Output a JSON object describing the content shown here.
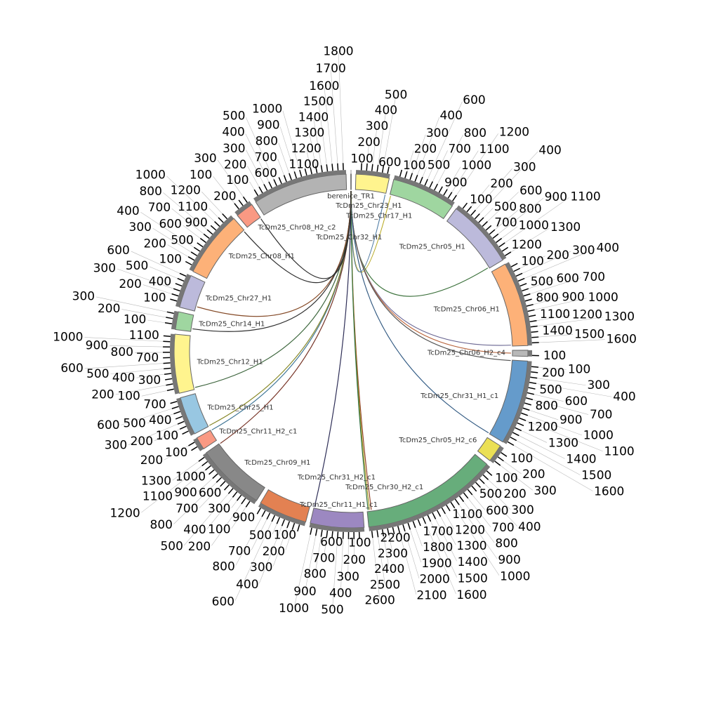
{
  "chart_data": {
    "type": "circos",
    "title": "",
    "tick_interval": 100,
    "segments": [
      {
        "name": "berenice_TR1",
        "length": 10,
        "max_tick": 0,
        "color": "#b3b3b3"
      },
      {
        "name": "TcDm25_Chr23_H1",
        "length": 650,
        "max_tick": 600,
        "color": "#fff48e"
      },
      {
        "name": "TcDm25_Chr17_H1",
        "length": 1250,
        "max_tick": 1200,
        "color": "#9fd6a0"
      },
      {
        "name": "TcDm25_Chr05_H1",
        "length": 1350,
        "max_tick": 1300,
        "color": "#bcbadb"
      },
      {
        "name": "TcDm25_Chr06_H1",
        "length": 1650,
        "max_tick": 1600,
        "color": "#fdb178"
      },
      {
        "name": "TcDm25_Chr06_H2_c4",
        "length": 120,
        "max_tick": 100,
        "color": "#b8b8b8"
      },
      {
        "name": "TcDm25_Chr31_H1_c1",
        "length": 1650,
        "max_tick": 1600,
        "color": "#659bcb"
      },
      {
        "name": "TcDm25_Chr05_H2_c6",
        "length": 350,
        "max_tick": 300,
        "color": "#ebe055"
      },
      {
        "name": "TcDm25_Chr30_H2_c1",
        "length": 2650,
        "max_tick": 2600,
        "color": "#67ad7b"
      },
      {
        "name": "TcDm25_Chr11_H1_c1",
        "length": 1050,
        "max_tick": 1000,
        "color": "#9c88c1"
      },
      {
        "name": "TcDm25_Chr31_H2_c1",
        "length": 950,
        "max_tick": 900,
        "color": "#e38152"
      },
      {
        "name": "TcDm25_Chr09_H1",
        "length": 1350,
        "max_tick": 1300,
        "color": "#888888"
      },
      {
        "name": "TcDm25_Chr11_H2_c1",
        "length": 250,
        "max_tick": 200,
        "color": "#f99983"
      },
      {
        "name": "TcDm25_Chr25_H1",
        "length": 750,
        "max_tick": 700,
        "color": "#98c7e2"
      },
      {
        "name": "TcDm25_Chr12_H1",
        "length": 1150,
        "max_tick": 1100,
        "color": "#fff48e"
      },
      {
        "name": "TcDm25_Chr14_H1",
        "length": 350,
        "max_tick": 300,
        "color": "#9fd6a0"
      },
      {
        "name": "TcDm25_Chr27_H1",
        "length": 650,
        "max_tick": 600,
        "color": "#bcbadb"
      },
      {
        "name": "TcDm25_Chr08_H1",
        "length": 1300,
        "max_tick": 1200,
        "color": "#fdb178"
      },
      {
        "name": "TcDm25_Chr08_H2_c2",
        "length": 350,
        "max_tick": 300,
        "color": "#f99983"
      },
      {
        "name": "TcDm25_Chr32_H1",
        "length": 1850,
        "max_tick": 1800,
        "color": "#b3b3b3"
      }
    ],
    "links": [
      {
        "source": "berenice_TR1",
        "target": "TcDm25_Chr17_H1",
        "position": 20,
        "color": "#e8d840"
      },
      {
        "source": "berenice_TR1",
        "target": "TcDm25_Chr23_H1",
        "position": 640,
        "color": "#6a9fcf"
      },
      {
        "source": "berenice_TR1",
        "target": "TcDm25_Chr05_H1",
        "position": 1330,
        "color": "#4a8a4a"
      },
      {
        "source": "berenice_TR1",
        "target": "TcDm25_Chr06_H1",
        "position": 1630,
        "color": "#8a86b8"
      },
      {
        "source": "berenice_TR1",
        "target": "TcDm25_Chr06_H2_c4",
        "position": 60,
        "color": "#e38152"
      },
      {
        "source": "berenice_TR1",
        "target": "TcDm25_Chr31_H1_c1",
        "position": 10,
        "color": "#666666"
      },
      {
        "source": "berenice_TR1",
        "target": "TcDm25_Chr31_H1_c1",
        "position": 1640,
        "color": "#3a6a9a"
      },
      {
        "source": "berenice_TR1",
        "target": "TcDm25_Chr30_H2_c1",
        "position": 2560,
        "color": "#b05030"
      },
      {
        "source": "berenice_TR1",
        "target": "TcDm25_Chr30_H2_c1",
        "position": 2600,
        "color": "#c8b820"
      },
      {
        "source": "berenice_TR1",
        "target": "TcDm25_Chr30_H2_c1",
        "position": 2630,
        "color": "#3a8a50"
      },
      {
        "source": "berenice_TR1",
        "target": "TcDm25_Chr11_H1_c1",
        "position": 1040,
        "color": "#333366"
      },
      {
        "source": "berenice_TR1",
        "target": "TcDm25_Chr09_H1",
        "position": 1340,
        "color": "#8a3a2a"
      },
      {
        "source": "berenice_TR1",
        "target": "TcDm25_Chr11_H2_c1",
        "position": 240,
        "color": "#4a8ab0"
      },
      {
        "source": "berenice_TR1",
        "target": "TcDm25_Chr25_H1",
        "position": 10,
        "color": "#a0a030"
      },
      {
        "source": "berenice_TR1",
        "target": "TcDm25_Chr12_H1",
        "position": 40,
        "color": "#4a7a4a"
      },
      {
        "source": "berenice_TR1",
        "target": "TcDm25_Chr14_H1",
        "position": 60,
        "color": "#333333"
      },
      {
        "source": "berenice_TR1",
        "target": "TcDm25_Chr27_H1",
        "position": 100,
        "color": "#a05a30"
      },
      {
        "source": "berenice_TR1",
        "target": "TcDm25_Chr08_H1",
        "position": 1280,
        "color": "#333333"
      },
      {
        "source": "berenice_TR1",
        "target": "TcDm25_Chr08_H2_c2",
        "position": 340,
        "color": "#333333"
      }
    ]
  }
}
